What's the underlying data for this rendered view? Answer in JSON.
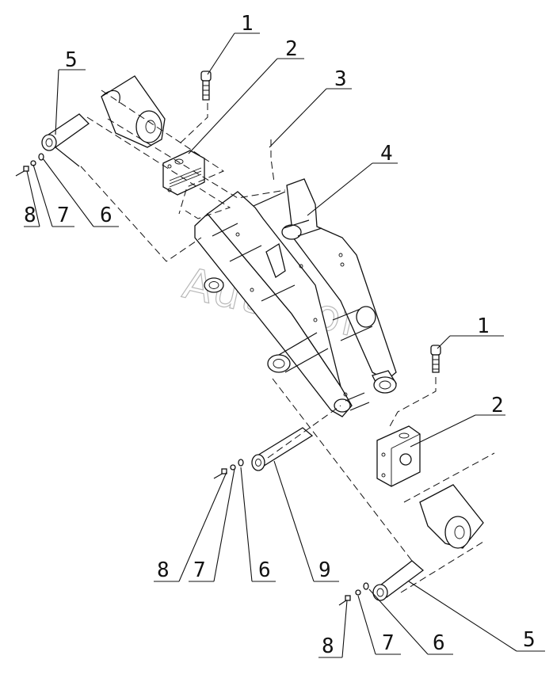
{
  "diagram": {
    "watermark": "AutoSoft",
    "callouts": [
      {
        "id": "c1-top",
        "label": "1"
      },
      {
        "id": "c2-top",
        "label": "2"
      },
      {
        "id": "c3",
        "label": "3"
      },
      {
        "id": "c4",
        "label": "4"
      },
      {
        "id": "c5-top",
        "label": "5"
      },
      {
        "id": "c8-left",
        "label": "8"
      },
      {
        "id": "c7-left",
        "label": "7"
      },
      {
        "id": "c6-left",
        "label": "6"
      },
      {
        "id": "c1-right",
        "label": "1"
      },
      {
        "id": "c2-right",
        "label": "2"
      },
      {
        "id": "c8-mid",
        "label": "8"
      },
      {
        "id": "c7-mid",
        "label": "7"
      },
      {
        "id": "c6-mid",
        "label": "6"
      },
      {
        "id": "c9",
        "label": "9"
      },
      {
        "id": "c8-bottom",
        "label": "8"
      },
      {
        "id": "c7-bottom",
        "label": "7"
      },
      {
        "id": "c6-bottom",
        "label": "6"
      },
      {
        "id": "c5-bottom",
        "label": "5"
      }
    ]
  }
}
